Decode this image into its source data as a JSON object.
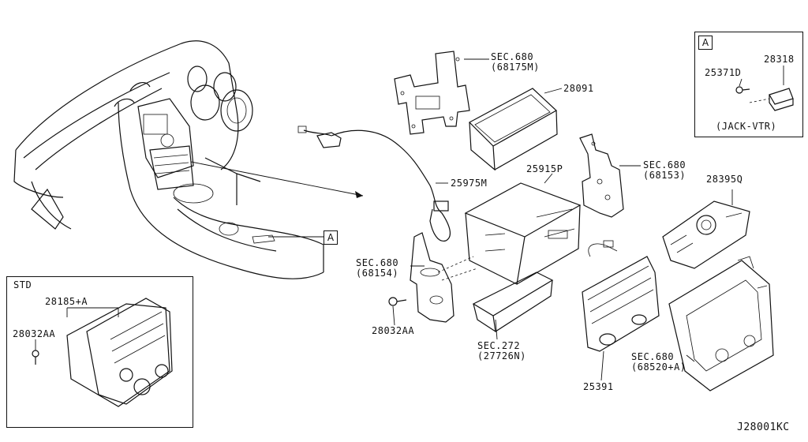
{
  "diagram": {
    "detail_tag": "A",
    "main_tag": "A",
    "std_label": "STD",
    "diagram_code": "J28001KC",
    "labels": {
      "sec680_68175m": "SEC.680\n(68175M)",
      "p28091": "28091",
      "sec680_68153": "SEC.680\n(68153)",
      "p25915p": "25915P",
      "p25975m": "25975M",
      "p28395q": "28395Q",
      "sec680_68154": "SEC.680\n(68154)",
      "p28032aa_main": "28032AA",
      "sec272_27726n": "SEC.272\n(27726N)",
      "p25391": "25391",
      "sec680_68520a": "SEC.680\n(68520+A)",
      "p25371d": "25371D",
      "p28318": "28318",
      "jack_vtr": "(JACK-VTR)",
      "p28185a": "28185+A",
      "p28032aa_std": "28032AA"
    }
  }
}
